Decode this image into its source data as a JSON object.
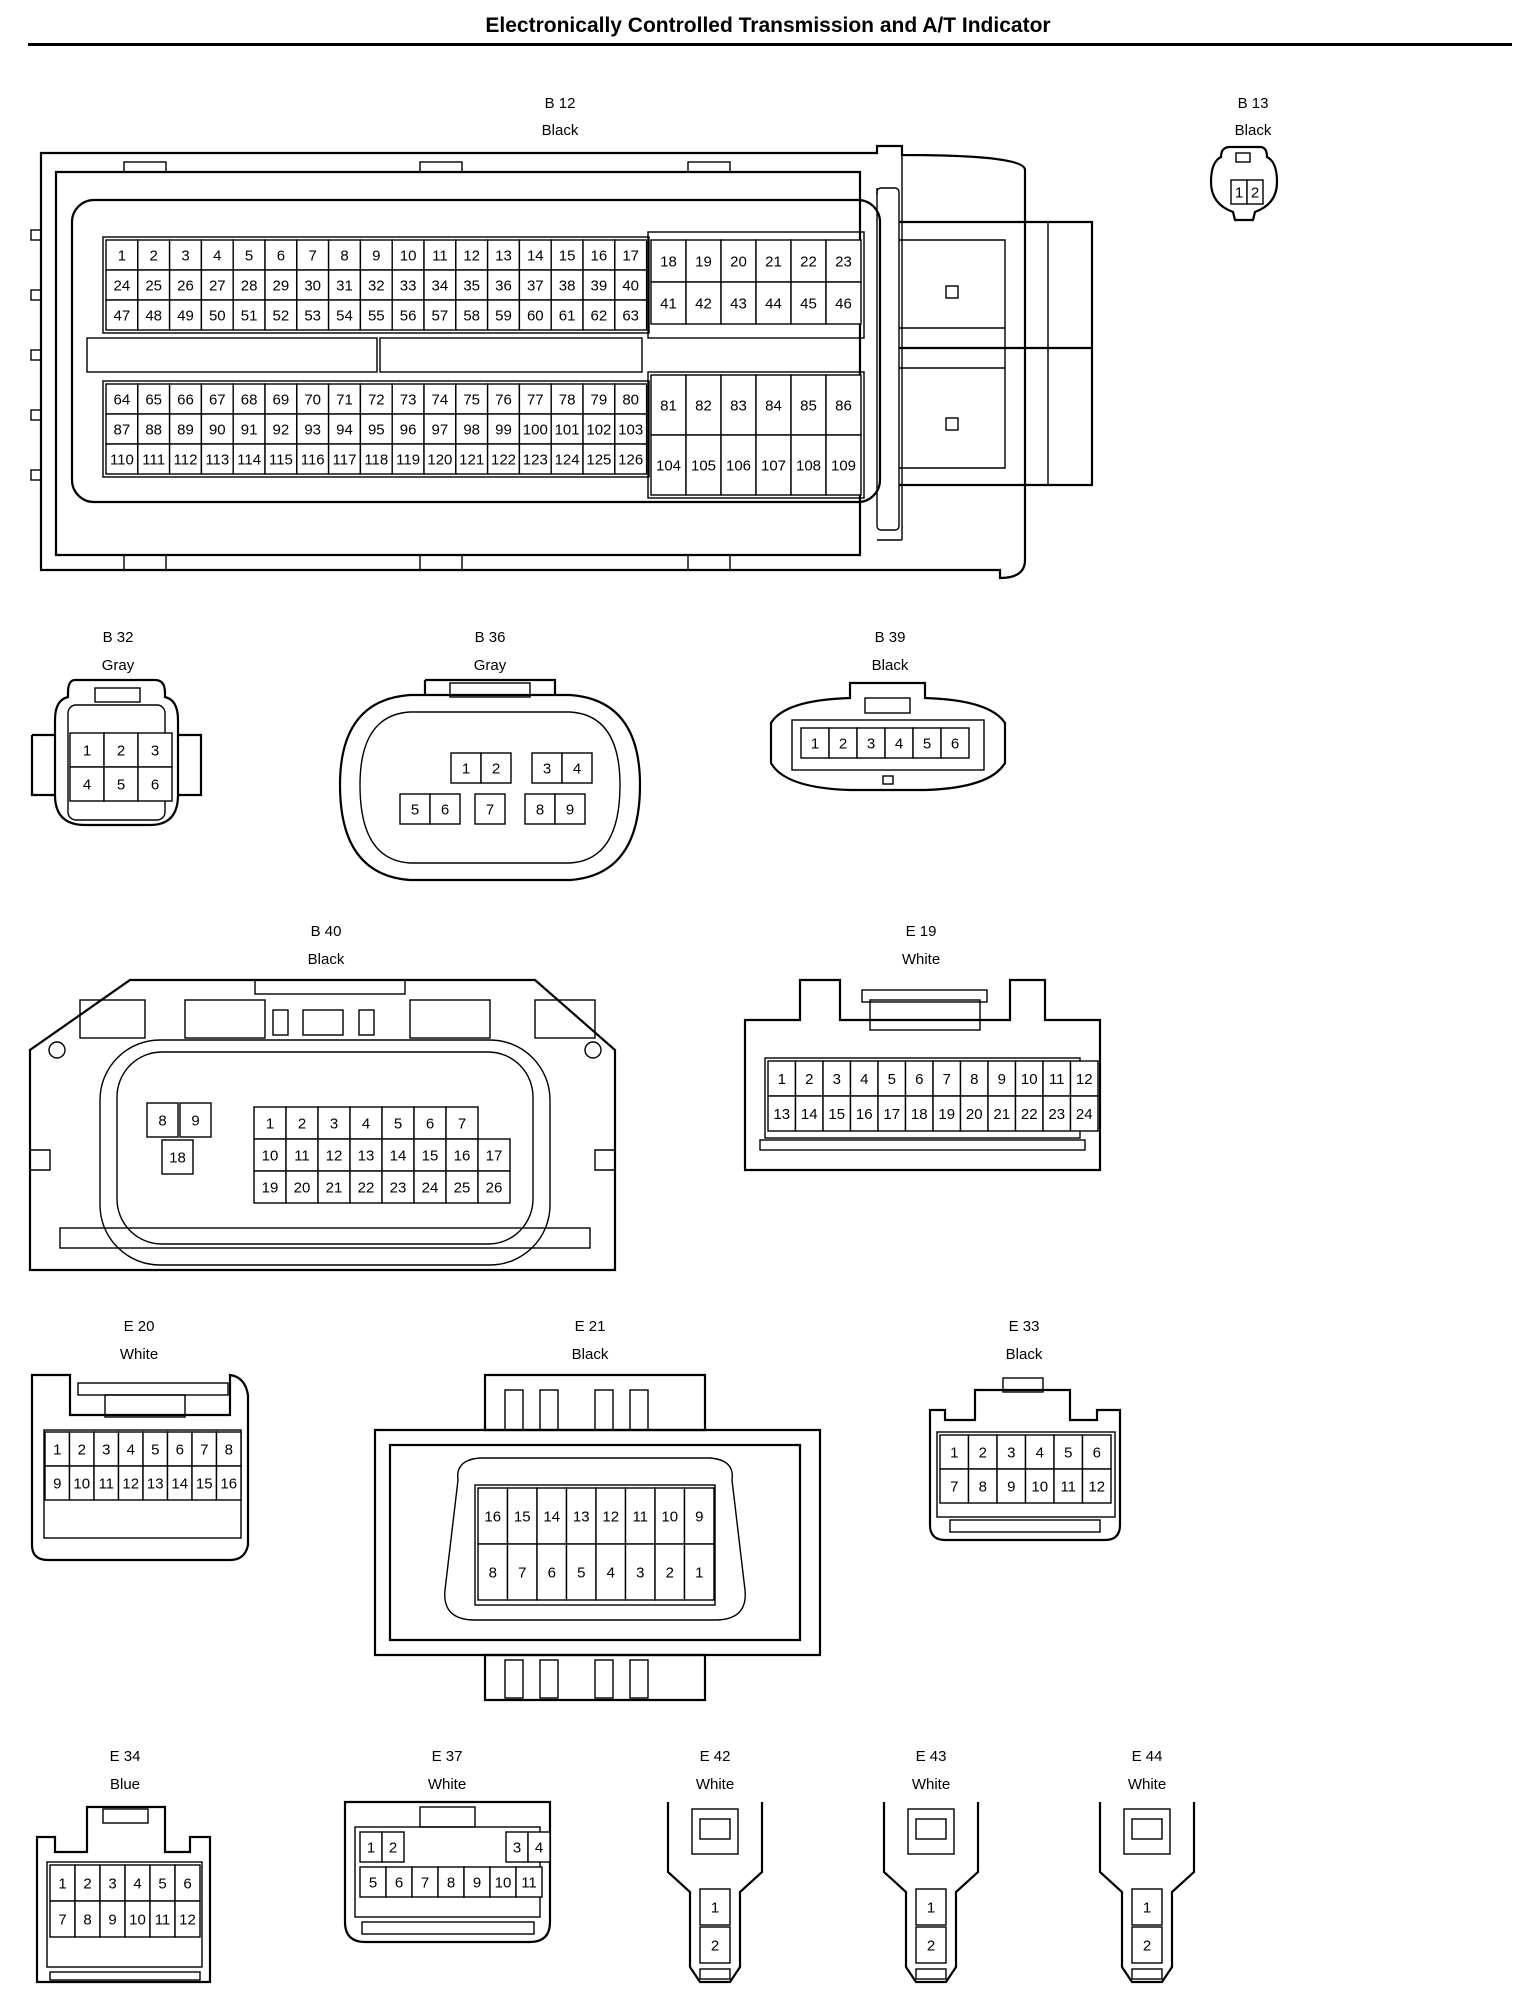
{
  "title": "Electronically Controlled Transmission and A/T Indicator",
  "connectors": {
    "B12": {
      "id": "B 12",
      "color": "Black"
    },
    "B13": {
      "id": "B 13",
      "color": "Black"
    },
    "B32": {
      "id": "B 32",
      "color": "Gray"
    },
    "B36": {
      "id": "B 36",
      "color": "Gray"
    },
    "B39": {
      "id": "B 39",
      "color": "Black"
    },
    "B40": {
      "id": "B 40",
      "color": "Black"
    },
    "E19": {
      "id": "E 19",
      "color": "White"
    },
    "E20": {
      "id": "E 20",
      "color": "White"
    },
    "E21": {
      "id": "E 21",
      "color": "Black"
    },
    "E33": {
      "id": "E 33",
      "color": "Black"
    },
    "E34": {
      "id": "E 34",
      "color": "Blue"
    },
    "E37": {
      "id": "E 37",
      "color": "White"
    },
    "E42": {
      "id": "E 42",
      "color": "White"
    },
    "E43": {
      "id": "E 43",
      "color": "White"
    },
    "E44": {
      "id": "E 44",
      "color": "White"
    }
  },
  "pins": {
    "B12_a": [
      [
        1,
        2,
        3,
        4,
        5,
        6,
        7,
        8,
        9,
        10,
        11,
        12,
        13,
        14,
        15,
        16,
        17
      ],
      [
        24,
        25,
        26,
        27,
        28,
        29,
        30,
        31,
        32,
        33,
        34,
        35,
        36,
        37,
        38,
        39,
        40
      ],
      [
        47,
        48,
        49,
        50,
        51,
        52,
        53,
        54,
        55,
        56,
        57,
        58,
        59,
        60,
        61,
        62,
        63
      ]
    ],
    "B12_b": [
      [
        18,
        19,
        20,
        21,
        22,
        23
      ],
      [
        41,
        42,
        43,
        44,
        45,
        46
      ]
    ],
    "B12_c": [
      [
        64,
        65,
        66,
        67,
        68,
        69,
        70,
        71,
        72,
        73,
        74,
        75,
        76,
        77,
        78,
        79,
        80
      ],
      [
        87,
        88,
        89,
        90,
        91,
        92,
        93,
        94,
        95,
        96,
        97,
        98,
        99,
        100,
        101,
        102,
        103
      ],
      [
        110,
        111,
        112,
        113,
        114,
        115,
        116,
        117,
        118,
        119,
        120,
        121,
        122,
        123,
        124,
        125,
        126
      ]
    ],
    "B12_d": [
      [
        81,
        82,
        83,
        84,
        85,
        86
      ],
      [
        104,
        105,
        106,
        107,
        108,
        109
      ]
    ],
    "B13": [
      1,
      2
    ],
    "B32": [
      [
        1,
        2,
        3
      ],
      [
        4,
        5,
        6
      ]
    ],
    "B36_top": [
      1,
      2,
      3,
      4
    ],
    "B36_bottom": [
      5,
      6,
      7,
      8,
      9
    ],
    "B39": [
      1,
      2,
      3,
      4,
      5,
      6
    ],
    "B40_left": [
      8,
      9,
      18
    ],
    "B40_main": [
      [
        1,
        2,
        3,
        4,
        5,
        6,
        7
      ],
      [
        10,
        11,
        12,
        13,
        14,
        15,
        16,
        17
      ],
      [
        19,
        20,
        21,
        22,
        23,
        24,
        25,
        26
      ]
    ],
    "E19": [
      [
        1,
        2,
        3,
        4,
        5,
        6,
        7,
        8,
        9,
        10,
        11,
        12
      ],
      [
        13,
        14,
        15,
        16,
        17,
        18,
        19,
        20,
        21,
        22,
        23,
        24
      ]
    ],
    "E20": [
      [
        1,
        2,
        3,
        4,
        5,
        6,
        7,
        8
      ],
      [
        9,
        10,
        11,
        12,
        13,
        14,
        15,
        16
      ]
    ],
    "E21": [
      [
        16,
        15,
        14,
        13,
        12,
        11,
        10,
        9
      ],
      [
        8,
        7,
        6,
        5,
        4,
        3,
        2,
        1
      ]
    ],
    "E33": [
      [
        1,
        2,
        3,
        4,
        5,
        6
      ],
      [
        7,
        8,
        9,
        10,
        11,
        12
      ]
    ],
    "E34": [
      [
        1,
        2,
        3,
        4,
        5,
        6
      ],
      [
        7,
        8,
        9,
        10,
        11,
        12
      ]
    ],
    "E37": [
      [
        1,
        2,
        3,
        4
      ],
      [
        5,
        6,
        7,
        8,
        9,
        10,
        11
      ]
    ],
    "E42": [
      1,
      2
    ],
    "E43": [
      1,
      2
    ],
    "E44": [
      1,
      2
    ]
  }
}
